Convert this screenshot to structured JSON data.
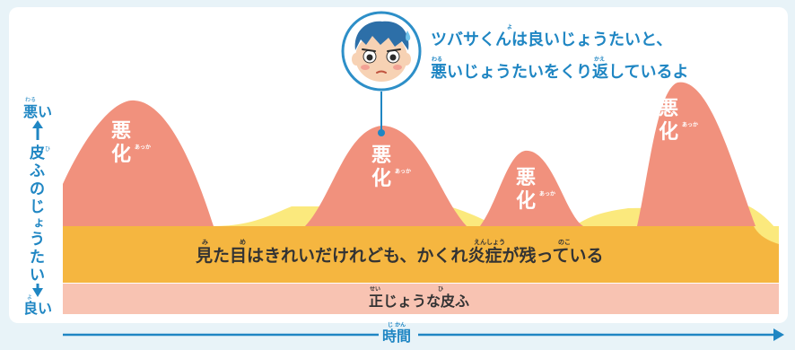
{
  "callout": {
    "line1": "ツバサくんは良いじょうたいと、",
    "line1_ruby": "よ",
    "line2": "悪いじょうたいをくり返しているよ",
    "line2_ruby_1": "わる",
    "line2_ruby_2": "かえ"
  },
  "y_axis": {
    "top_label": "悪い",
    "top_ruby": "わる",
    "middle_label": "皮ふのじょうたい",
    "middle_ruby": "ひ",
    "bottom_label": "良い",
    "bottom_ruby": "よ"
  },
  "x_axis": {
    "label": "時間",
    "ruby": "じ かん"
  },
  "peaks": [
    {
      "label": "悪化",
      "ruby": "あっか",
      "level": 0.85
    },
    {
      "label": "悪化",
      "ruby": "あっか",
      "level": 0.63
    },
    {
      "label": "悪化",
      "ruby": "あっか",
      "level": 0.48
    },
    {
      "label": "悪化",
      "ruby": "あっか",
      "level": 0.98
    }
  ],
  "bands": {
    "middle": {
      "text_a": "見た目はきれいだけれども、かくれ",
      "text_b": "炎症",
      "text_c": "が",
      "text_d": "残",
      "text_e": "っている",
      "ruby_mi": "み",
      "ruby_me": "め",
      "ruby_ensho": "えんしょう",
      "ruby_noko": "のこ"
    },
    "bottom": {
      "text_a": "正",
      "text_b": "じょうな",
      "text_c": "皮",
      "text_d": "ふ",
      "ruby_sei": "せい",
      "ruby_hi": "ひ"
    }
  },
  "colors": {
    "background": "#e8f3f8",
    "peak": "#f1917d",
    "middle_band": "#f5b640",
    "light_band": "#fbe97d",
    "bottom_band": "#f8c3b2",
    "axis": "#1f86c3",
    "face_skin": "#f7d2b4",
    "hair": "#2d6fa8"
  },
  "icons": [
    "boy-face-icon",
    "arrow-up-icon",
    "arrow-down-icon",
    "arrow-right-icon"
  ]
}
